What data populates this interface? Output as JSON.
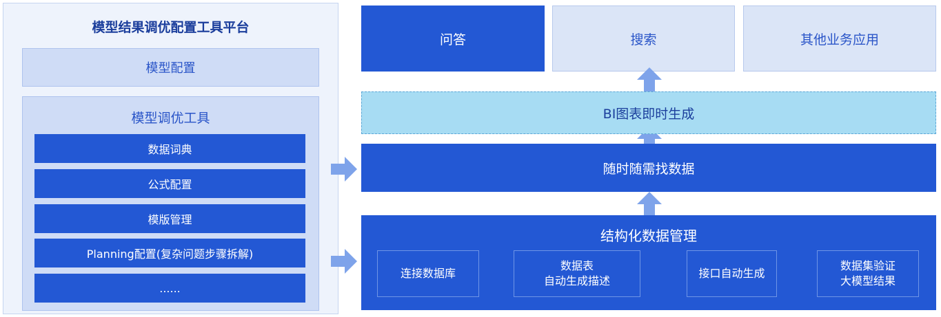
{
  "left_panel": {
    "title": "模型结果调优配置工具平台",
    "model_config": "模型配置",
    "tuning_tools": {
      "title": "模型调优工具",
      "items": [
        "数据词典",
        "公式配置",
        "模版管理",
        "Planning配置(复杂问题步骤拆解)",
        "......"
      ]
    }
  },
  "right_panel": {
    "top_apps": [
      "问答",
      "搜索",
      "其他业务应用"
    ],
    "bi_layer": "BI图表即时生成",
    "anytime_layer": "随时随需找数据",
    "structured": {
      "title": "结构化数据管理",
      "items": [
        {
          "line1": "连接数据库",
          "line2": ""
        },
        {
          "line1": "数据表",
          "line2": "自动生成描述"
        },
        {
          "line1": "接口自动生成",
          "line2": ""
        },
        {
          "line1": "数据集验证",
          "line2": "大模型结果"
        }
      ]
    }
  },
  "colors": {
    "primary_blue": "#2358d4",
    "light_blue": "#dbe5f7",
    "cyan": "#a7dcf3",
    "arrow": "#7ea3ea"
  }
}
